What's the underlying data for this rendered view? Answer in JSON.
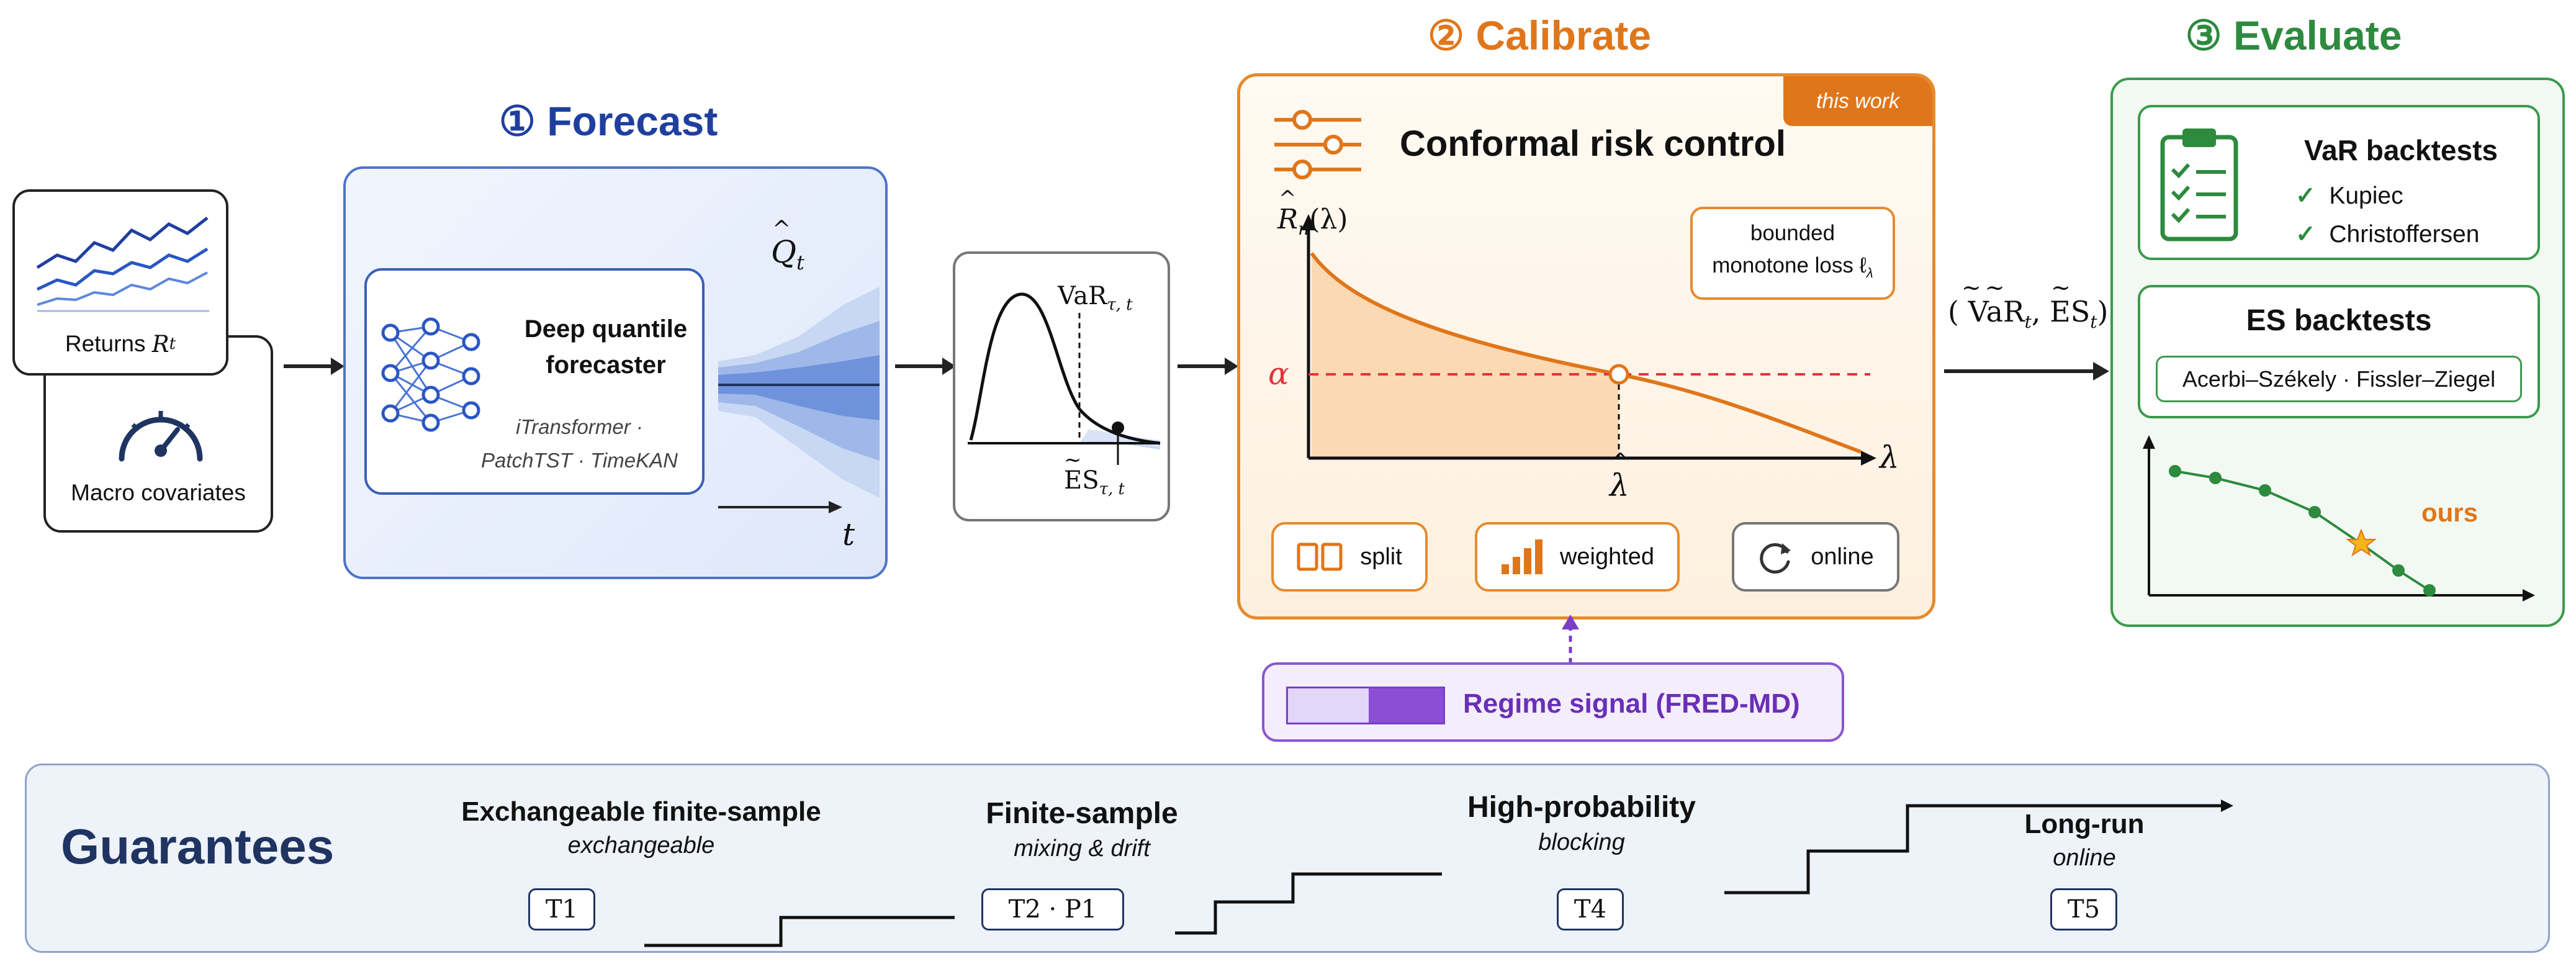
{
  "colors": {
    "forecast": "#1f3fa0",
    "calibrate": "#e0761a",
    "evaluate": "#2d8a3e",
    "regime": "#7a3fc6",
    "guarantees": "#1f3461",
    "danger": "#e0363a"
  },
  "inputs": {
    "returns_label": "Returns",
    "returns_var": "R",
    "returns_sub": "t",
    "macro_label": "Macro covariates",
    "icons": [
      "line-chart-icon",
      "gauge-icon"
    ]
  },
  "forecast": {
    "title": "① Forecast",
    "model_title_line1": "Deep quantile",
    "model_title_line2": "forecaster",
    "models_line1": "iTransformer ·",
    "models_line2": "PatchTST · TimeKAN",
    "q_label": "Q",
    "q_sub": "t",
    "t_label": "t",
    "icons": [
      "neural-network-icon"
    ]
  },
  "distribution": {
    "var_label": "VaR",
    "var_sub": "τ, t",
    "es_label": "ES",
    "es_sub": "τ, t"
  },
  "calibrate": {
    "title": "② Calibrate",
    "ribbon": "this work",
    "heading": "Conformal risk control",
    "y_label": "R",
    "y_sub": "n",
    "y_arg": "(λ)",
    "alpha": "α",
    "lambda": "λ",
    "lambda_hat": "λ",
    "loss_line1": "bounded",
    "loss_line2": "monotone loss ℓ",
    "loss_sub": "λ",
    "methods": [
      "split",
      "weighted",
      "online"
    ],
    "icons": [
      "sliders-icon",
      "split-icon",
      "bar-chart-icon",
      "refresh-icon"
    ]
  },
  "regime": {
    "label": "Regime signal (FRED-MD)"
  },
  "pair_label": {
    "open": "(",
    "var": "VaR",
    "var_sub": "t",
    "sep": ", ",
    "es": "ES",
    "es_sub": "t",
    "close": ")"
  },
  "evaluate": {
    "title": "③ Evaluate",
    "var_title": "VaR backtests",
    "var_tests": [
      "Kupiec",
      "Christoffersen"
    ],
    "check": "✓",
    "es_title": "ES backtests",
    "es_tests": "Acerbi–Székely · Fissler–Ziegel",
    "ours": "ours",
    "icons": [
      "clipboard-checklist-icon",
      "star-icon"
    ]
  },
  "guarantees": {
    "title": "Guarantees",
    "steps": [
      {
        "title": "Exchangeable finite-sample",
        "subtitle": "exchangeable",
        "tag": "T1"
      },
      {
        "title": "Finite-sample",
        "subtitle": "mixing & drift",
        "tag": "T2 · P1"
      },
      {
        "title": "High-probability",
        "subtitle": "blocking",
        "tag": "T4"
      },
      {
        "title": "Long-run",
        "subtitle": "online",
        "tag": "T5"
      }
    ]
  }
}
